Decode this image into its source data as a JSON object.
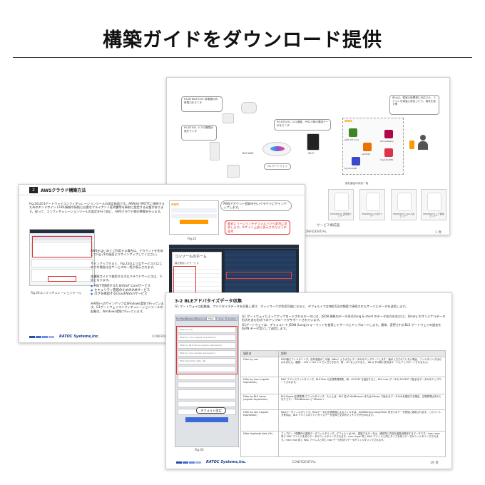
{
  "header": {
    "title": "構築ガイドをダウンロード提供"
  },
  "page_arch": {
    "callout_left1": "RS-BTWATTCH2 各電器の消費電力をモニタ",
    "callout_left2": "RS-BTDS1 ドアの開閉状態をモニタ",
    "callout_mid": "RS-BTEVS1 CO2濃度、PM2.5等の環境データをモニタ",
    "callout_right": "例えば、寝室の時間帯に対応させ、エアコンを適温に設定したり、換気を促す等",
    "ble_adv": "BLE ADV",
    "wifi": "Wi-Fi",
    "gateway_caption": "G1 ゲートウェイ",
    "aws": "aws",
    "aws_iot_core": "AWS IoT Core",
    "lambda": "Lambda",
    "dynamodb": "DynamoDB",
    "api_gateway": "API Gateway",
    "cognito": "Cognito/SES",
    "sensor_section": "各社製品の対応一覧",
    "sensors": [
      "MSWDW72 温湿度センサー",
      "MSWDW72 人感センサー",
      "MSWDW72 CO2人感センサー",
      "MSWDW72 ドア開閉センサー"
    ],
    "conf": "CONFIDENTIAL",
    "page_no": "1 頁",
    "serv_txt": "サービス構成図"
  },
  "page_aws": {
    "sec_num": "2",
    "sec_title": "AWSクラウド構築方法",
    "intro": "Fig.20はG1ゲートウェイコンフィギュレーションツールの設定画面です。AWS向けMQTTに接続するためのエンドポイントURL情報や接続に必要なクライアント証明書等を事前に設定する必要があります。従って、コンフィギュレーションツールの設定を行う前に、AWSクラウド側の準備を行います。",
    "fig20": "Fig.20コンフィギュレーションツール",
    "desc1": "AWSをはじめてご利用する場合は、アカウントを作成してFig.21の画面よりサインアップしてください。",
    "desc2": "サインアップすると、Fig.22のようなサービスとはじめての場合は全サービスの一覧が表示されます。",
    "desc3": "本構築ガイドで使用する主なクラウドサービスは、下記になります。",
    "services": [
      "MQTT接続するためのIoT Coreサービス",
      "セキュリティ管理のためのIAMサービス",
      "ログを確認するCloudWatchサービス"
    ],
    "note": "※AWSへのサインアップはWindows環境で行っています。G1ゲートウェイコンフィギュレーションツールの起動は、Windows環境で行っています。",
    "callout_signup": "AWSアカウント登録を行いクラウドにサインアップします。",
    "callout_region": "最初にリージョンをデフォルトから東京に変更します。※サイン上部に表示された以下の東京",
    "fig21": "Fig.21",
    "console_title": "コンソールのホーム",
    "console_sub": "最近使用したサービス",
    "conf": "CONFIDE",
    "company": "RATOC Systems,Inc."
  },
  "page_ble": {
    "sec_title": "3-2 BLEアドバタイズデータ収集",
    "sub_title": "G1 ゲートウェイは起動後、アドバタイズデータを収集し続け、ネットワークが利用可能になると、デフォルトでは毎秒1回の頻度で接続されたサーバにデータを送信します。",
    "body1": "G1 ゲートウェイによってアップロードされるデータには、JSON 規格のデータ形式(long & short のデータ形式を含む)と、Binary のオリジナルデータ形式を含む形式でのアップロードがサポートされています。",
    "body2": "G1ゲートウェイは、デフォルトで JSON (Long)フォーマットを使用してサーバにアップロードします。通常、変更されたBLE ゲートウェイの設定を JSON データ型として送信します。",
    "form_tabs": [
      "Configure",
      "Network",
      "Service",
      "Filter",
      "Scan",
      "System"
    ],
    "default_set": "デフォルト設定",
    "fig33": "Fig.33",
    "col_item": "項目名",
    "col_desc": "説明",
    "rows": [
      {
        "name": "Filter by rssi",
        "desc": "RSSI値でフィルタリング。信号強度がこの値（dBm）より大きいデータのみアップロードします。値が入力されていない場合、フィルタリングは行われません。範囲：-100 < rssi < 0 で入力できます。例：-67 を入力すると、-68 以下の弱い信号はサーバにアップロードされません。"
      },
      {
        "name": "Filter by mac (regular expression)",
        "desc": "MAC アドレスフィルタリング。BLE Mac の正規表現規則。例：AC233F を指定すると、BLE mac データの AC233F で始まるデータのみアップロードされます。"
      },
      {
        "name": "Filter by BLE name (regular expression)",
        "desc": "BLE Name(正規表現)でフィルタリング。たとえば、BLE 名が MiniBeacon または Minew で始まるデータのみを受信する場合、正規表現は次のとおりです：^MiniBeacon+|^Minew.+"
      },
      {
        "name": "Filter by raw (regular expression)",
        "desc": "Rawデータフィルタリング。Rawデータの正規表現によるフィルタは、JSON/Binary-Long/Short 形式でのデータ受信に適用されます。このフィルタ条件は、BLE デバイスのアドバタイズデータ全体で文字列マッチングが行われます。"
      },
      {
        "name": "Filter duplicate data / 8s",
        "desc": "アップロード間隔内の重複データフィルタリング。デフォルトは NO。重複するデータは、通常同じ内容を複数回受信するデータです。mac=mac 同じ MAC アドレスを持つデータがフィルタリングされます。mac=type 同じ MAC アドレスと同じタイプを持つデータがフィルタリングされます。mac=raw 同じ MAC アドレスと同じ raw データを持つデータがフィルタリングされます。"
      }
    ],
    "conf": "CONFIDENTIAL",
    "page_no": "39 頁",
    "company": "RATOC Systems,Inc."
  }
}
